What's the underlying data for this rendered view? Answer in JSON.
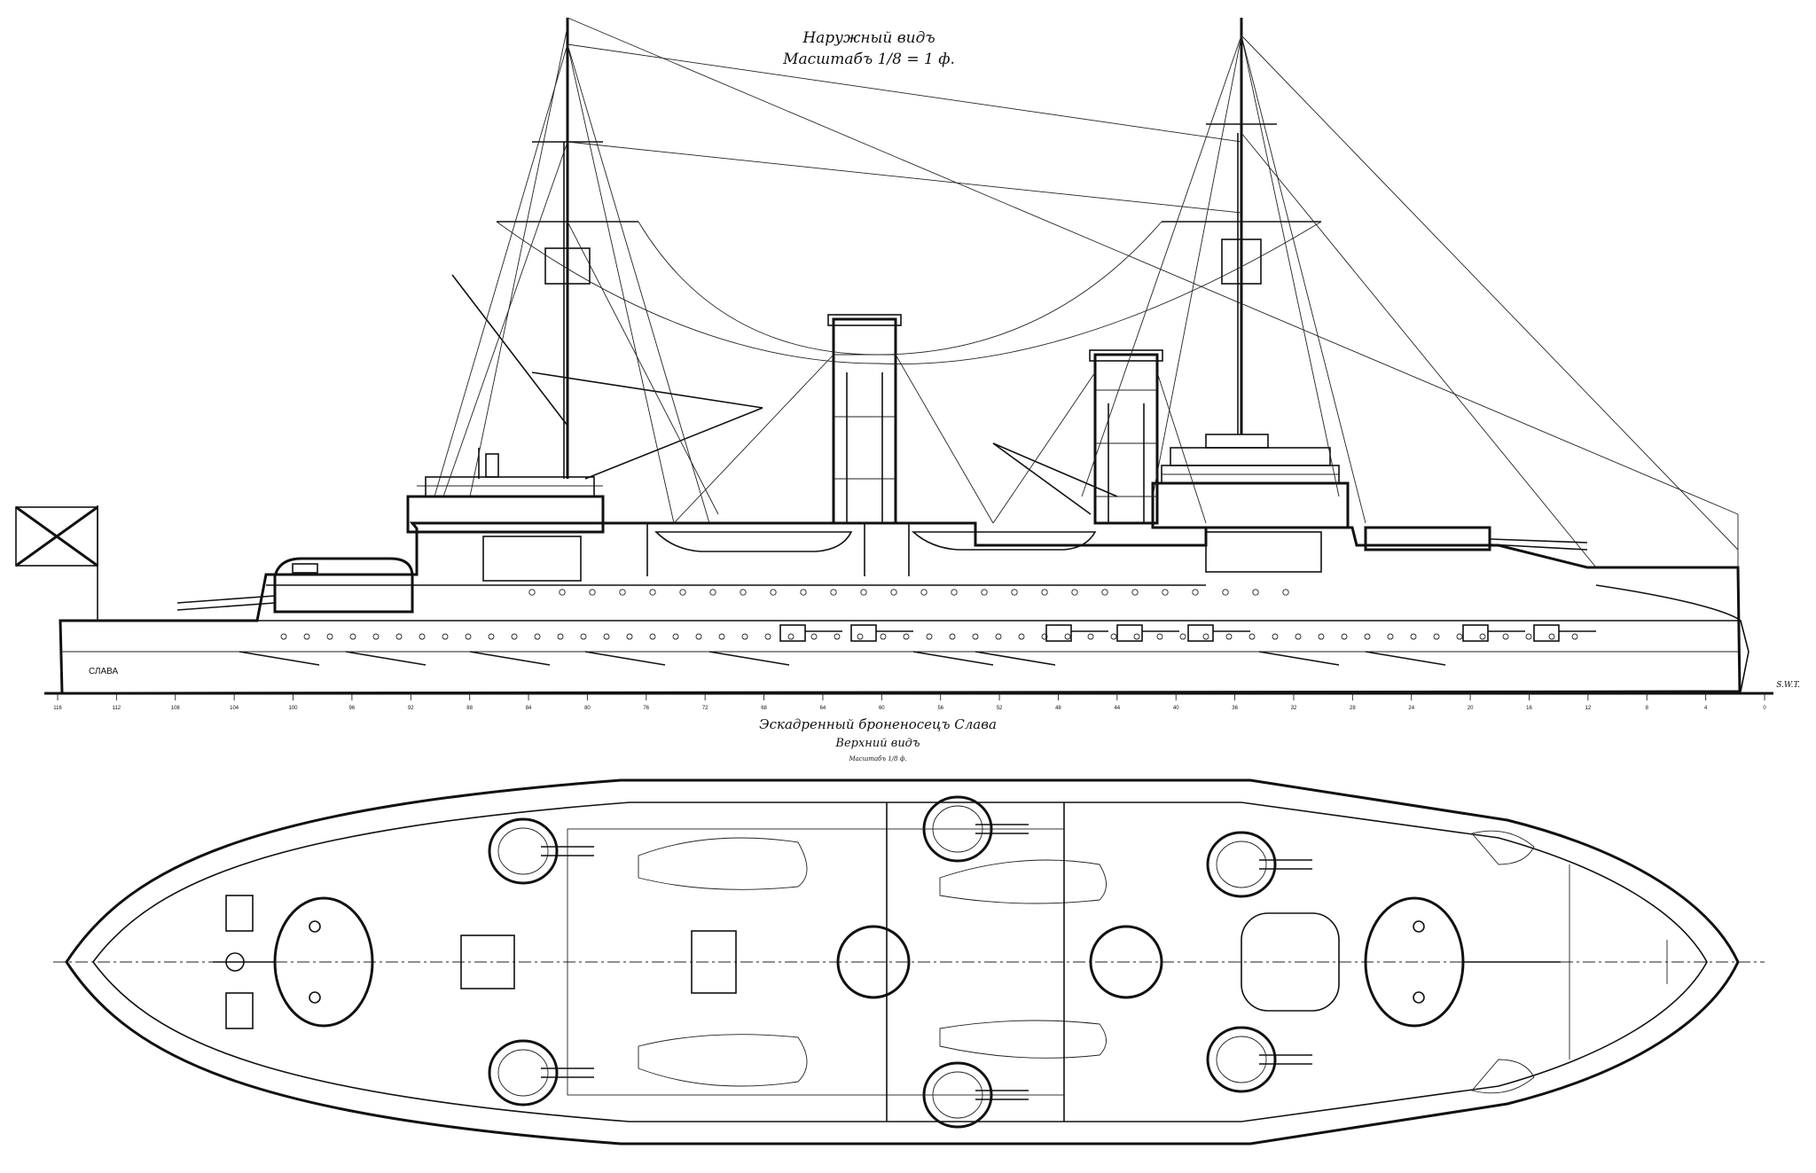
{
  "side_view": {
    "title": "Наружный видъ",
    "scale": "Масштабъ 1/8 = 1 ф.",
    "hull_name": "СЛАВА",
    "signature": "S.W.T."
  },
  "plan_view": {
    "title": "Эскадренный броненосецъ Слава",
    "subtitle": "Верхний видъ",
    "scale_note": "Масштабъ 1/8 ф."
  },
  "frame_numbers": [
    "116",
    "112",
    "108",
    "104",
    "100",
    "96",
    "92",
    "88",
    "84",
    "80",
    "76",
    "72",
    "68",
    "64",
    "60",
    "56",
    "52",
    "48",
    "44",
    "40",
    "36",
    "32",
    "28",
    "24",
    "20",
    "16",
    "12",
    "8",
    "4",
    "0"
  ]
}
